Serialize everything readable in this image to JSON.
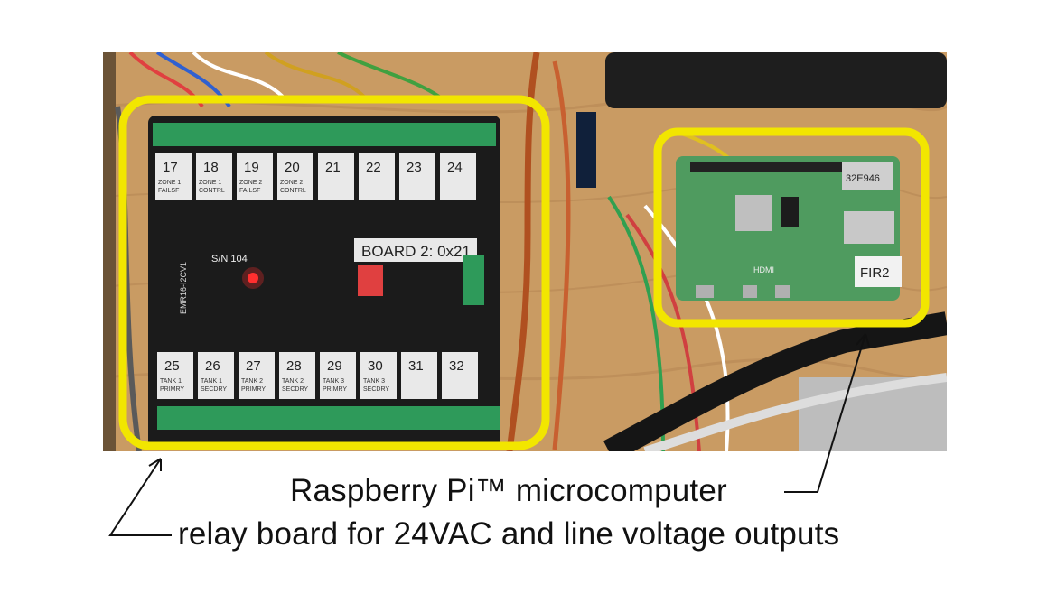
{
  "captions": {
    "pi": "Raspberry Pi™ microcomputer",
    "relay": "relay board for 24VAC and line voltage outputs"
  },
  "board": {
    "top_relays": [
      "17",
      "18",
      "19",
      "20",
      "21",
      "22",
      "23",
      "24"
    ],
    "top_relay_sublabels": [
      "ZONE 1 FAILSF",
      "ZONE 1 CONTRL",
      "ZONE 2 FAILSF",
      "ZONE 2 CONTRL",
      "",
      "",
      "",
      ""
    ],
    "bottom_relays": [
      "25",
      "26",
      "27",
      "28",
      "29",
      "30",
      "31",
      "32"
    ],
    "bottom_relay_sublabels": [
      "TANK 1 PRIMRY",
      "TANK 1 SECDRY",
      "TANK 2 PRIMRY",
      "TANK 2 SECDRY",
      "TANK 3 PRIMRY",
      "TANK 3 SECDRY",
      "",
      ""
    ],
    "board_label": "BOARD 2: 0x21",
    "serial": "S/N 104",
    "model": "EMR16-I2CV1"
  },
  "pi_board": {
    "fir_label": "FIR2",
    "chip_label": "32E946",
    "hdmi": "HDMI"
  },
  "colors": {
    "highlight": "#f2e600",
    "wood": "#c89a62",
    "board": "#1a1a1a",
    "terminal": "#2e9a5a",
    "pi_green": "#4f9b5f"
  }
}
